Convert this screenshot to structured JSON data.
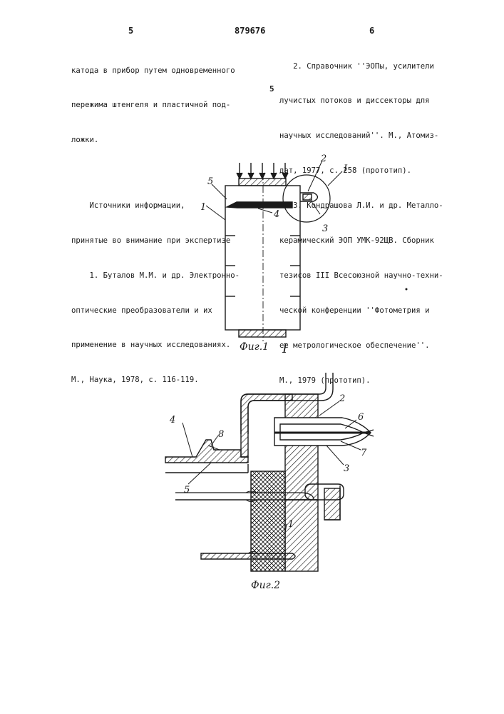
{
  "header": {
    "left_page": "5",
    "patent_number": "879676",
    "right_page": "6"
  },
  "left_column": {
    "lines": [
      "катода в прибор путем одновременного",
      "пережима штенгеля и пластичной под-",
      "ложки."
    ],
    "sources_title": [
      "    Источники информации,",
      "принятые во внимание при экспертизе"
    ],
    "ref1": [
      "    1. Буталов М.М. и др. Электронно-",
      "оптические преобразователи и их",
      "применение в научных исследованиях.",
      "М., Наука, 1978, с. 116-119."
    ]
  },
  "line_marker": "5",
  "right_column": {
    "ref2": [
      "   2. Справочник ''ЭОПы, усилители",
      "лучистых потоков и диссекторы для",
      "научных исследований''. М., Атомиз-",
      "дат, 1977, с. 258 (прототип)."
    ],
    "ref3": [
      "   3. Кондрашова Л.И. и др. Металло-",
      "керамический ЭОП УМК-92ЩВ. Сборник",
      "тезисов III Всесоюзной научно-техни-",
      "ческой конференции ''Фотометрия и",
      "ее метрологическое обеспечение''.",
      "М., 1979 (прототип)."
    ]
  },
  "figure1": {
    "caption": "Фиг.1",
    "labels": [
      "1",
      "2",
      "3",
      "4",
      "5",
      "I"
    ],
    "detail_mark": "I"
  },
  "figure2": {
    "caption": "Фиг.2",
    "labels": [
      "1",
      "2",
      "3",
      "4",
      "5",
      "6",
      "7",
      "8"
    ]
  }
}
